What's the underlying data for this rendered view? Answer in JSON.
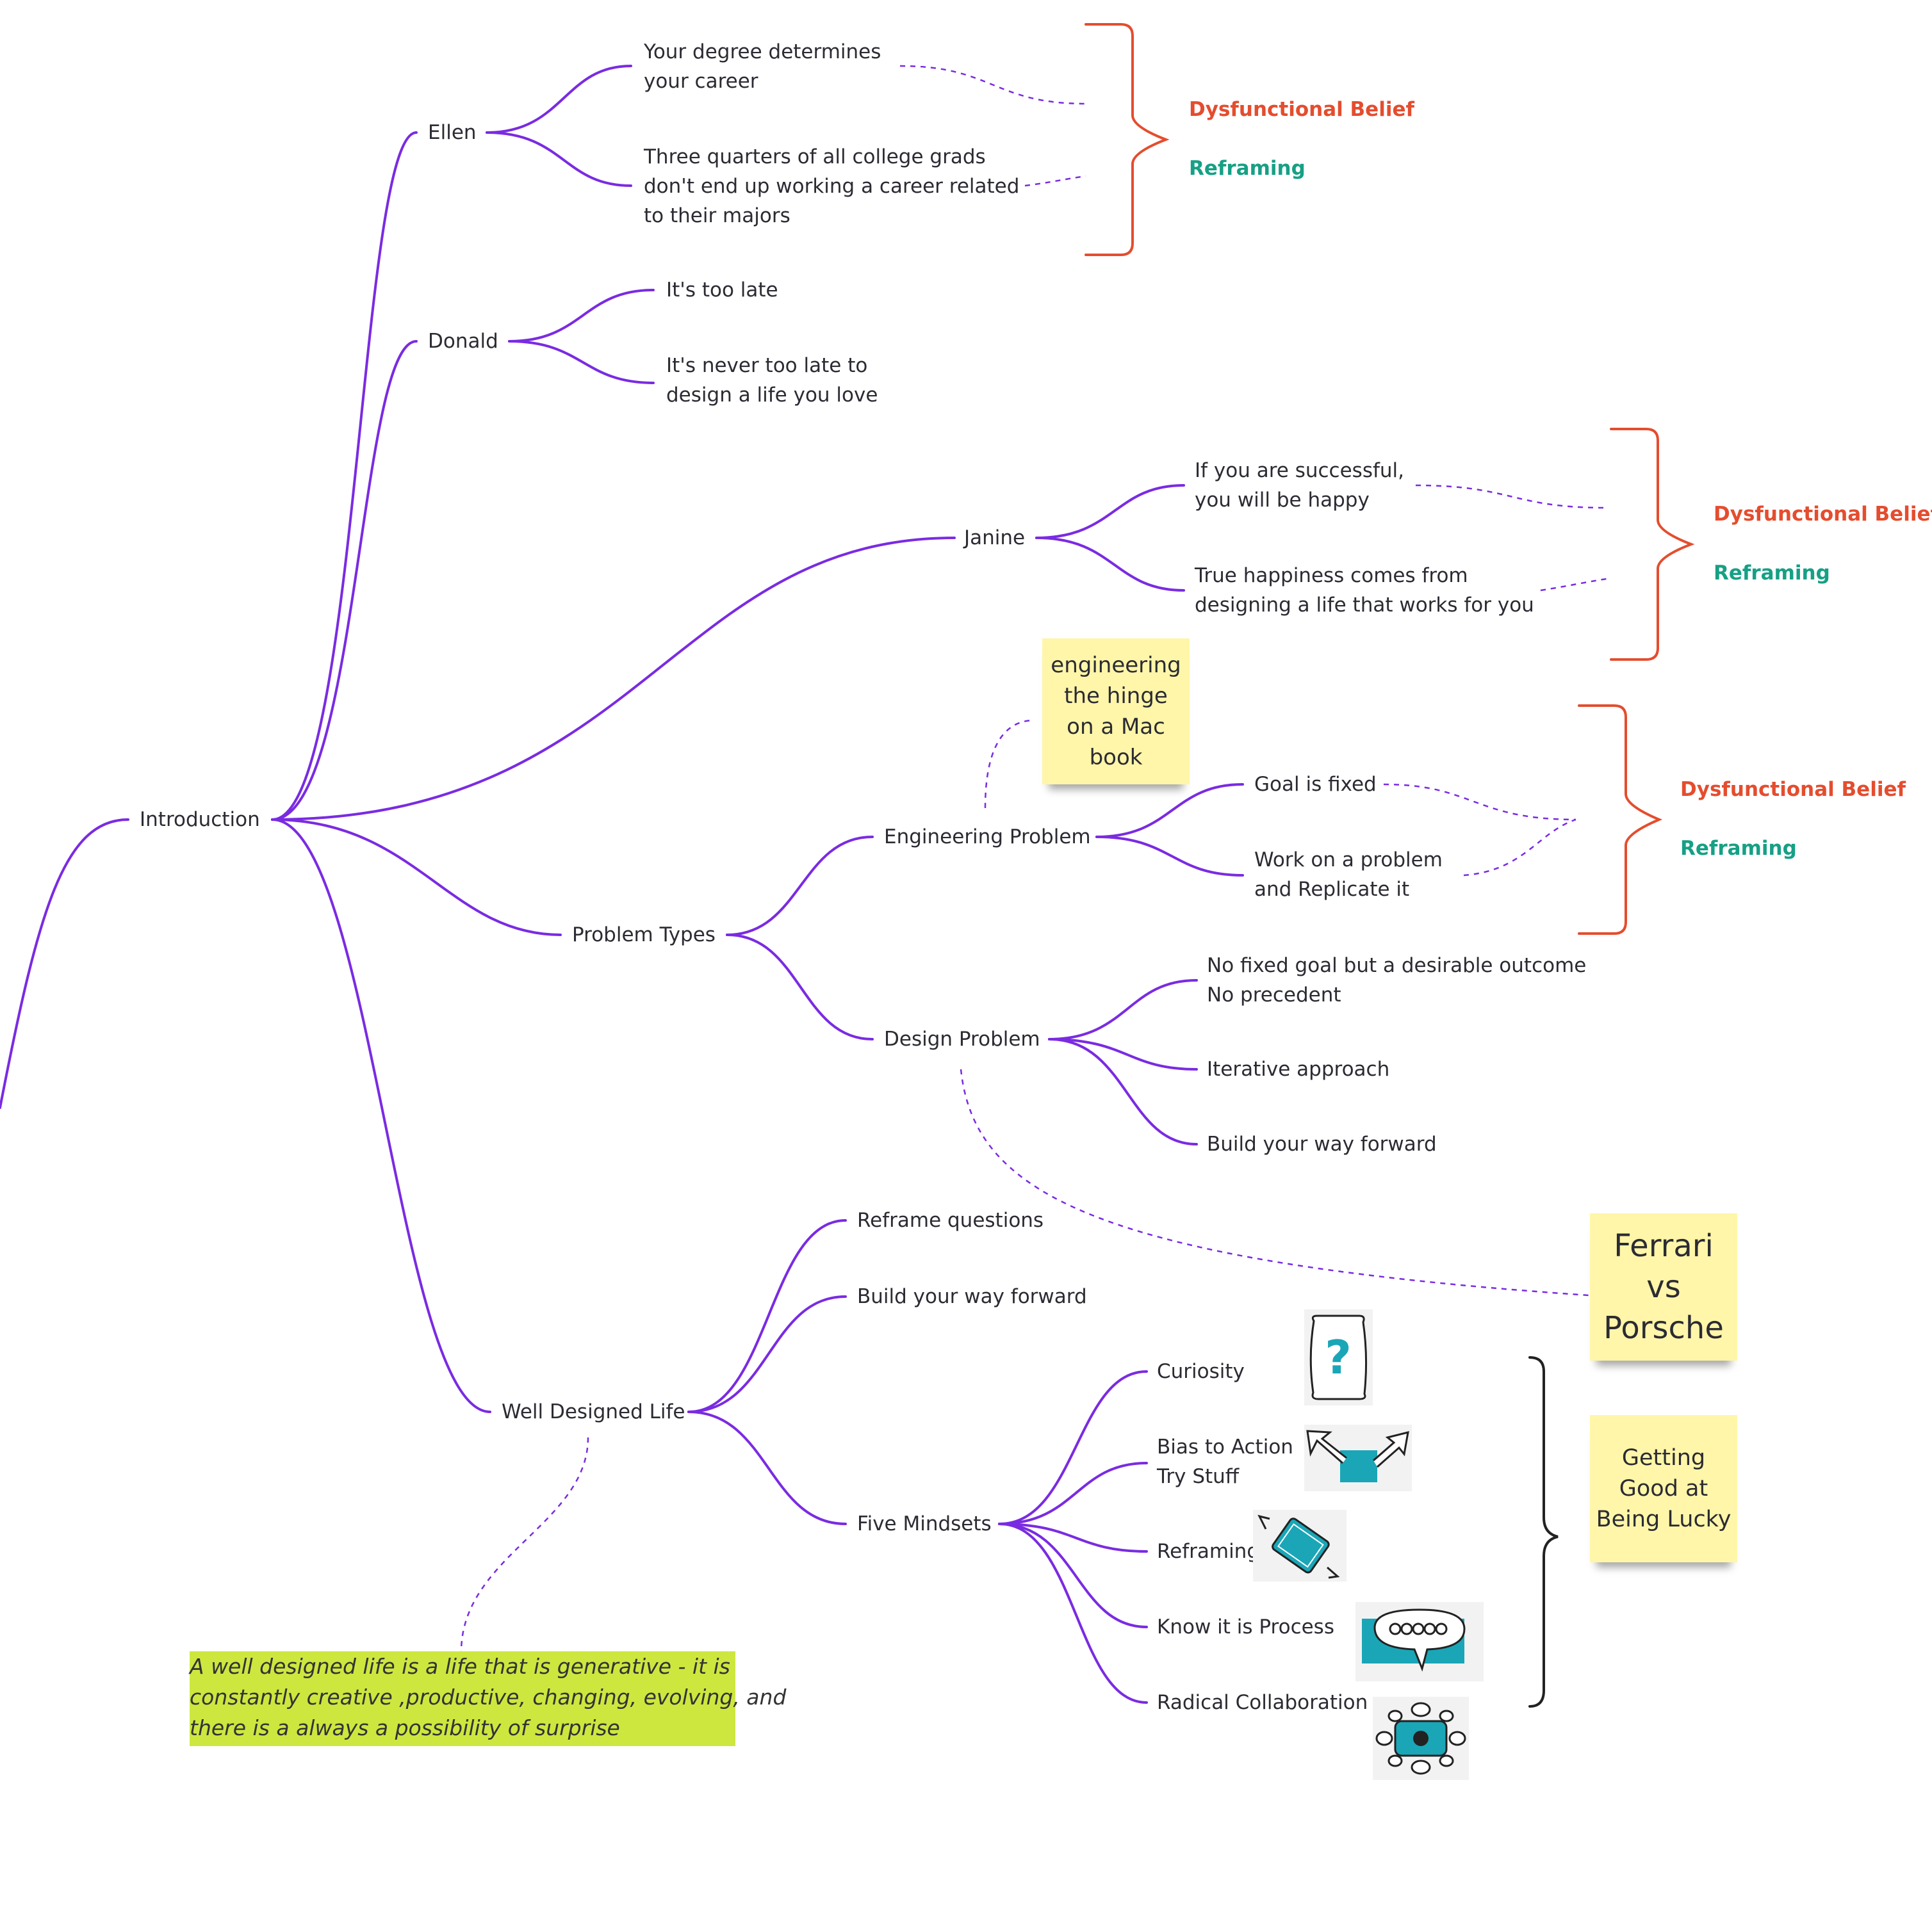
{
  "nodes": {
    "introduction": "Introduction",
    "ellen": "Ellen",
    "ellen_belief": "Your degree determines\nyour career",
    "ellen_reframe": "Three quarters of all college grads\ndon't end up working a career related\nto their majors",
    "donald": "Donald",
    "donald_belief": "It's too late",
    "donald_reframe": "It's never too late to\ndesign a life you love",
    "janine": "Janine",
    "janine_belief": "If you are successful,\nyou will be happy",
    "janine_reframe": "True happiness comes from\ndesigning a life that works for you",
    "problem_types": "Problem Types",
    "engineering_problem": "Engineering Problem",
    "goal_fixed": "Goal is fixed",
    "work_problem": "Work on a problem\nand Replicate it",
    "design_problem": "Design Problem",
    "no_fixed_goal": "No fixed goal but a desirable outcome\nNo precedent",
    "iterative": "Iterative approach",
    "build_forward_1": "Build your way forward",
    "well_designed_life": "Well Designed Life",
    "reframe_questions": "Reframe questions",
    "build_forward_2": "Build your way forward",
    "five_mindsets": "Five Mindsets",
    "curiosity": "Curiosity",
    "bias_to_action": "Bias to Action\nTry Stuff",
    "reframing": "Reframing",
    "know_process": "Know it is Process",
    "radical_collab": "Radical Collaboration"
  },
  "labels": {
    "dysfunctional_belief": "Dysfunctional Belief",
    "reframing": "Reframing"
  },
  "stickies": {
    "hinge": "engineering\nthe hinge\non a Mac\nbook",
    "ferrari": "Ferrari\nvs\nPorsche",
    "lucky": "Getting\nGood at\nBeing Lucky"
  },
  "note": "A well designed life is a life that is generative - it is\nconstantly creative ,productive, changing, evolving, and\nthere is a always a possibility of surprise",
  "icons": [
    "question-bag-icon",
    "arrows-action-icon",
    "reframe-pad-icon",
    "speech-bubble-icon",
    "collaboration-table-icon"
  ],
  "colors": {
    "branch": "#7a2be2",
    "belief_red": "#e44d2e",
    "reframe_teal": "#16a085",
    "sticky": "#fff6a9",
    "note": "#cde73f",
    "icon_teal": "#1aa6b7"
  }
}
